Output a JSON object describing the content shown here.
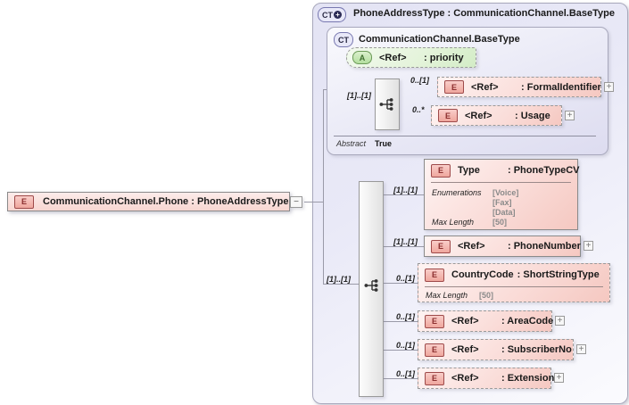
{
  "ui": {
    "element_icon": "E",
    "attribute_icon": "A",
    "complextype_icon": "CT",
    "plus_badge": "+",
    "expand_glyph": "+",
    "collapse_glyph": "−"
  },
  "colors": {
    "element_pink": "#f5c8c1",
    "attribute_green": "#d3ecc6",
    "container_lavender": "#e3e3f4",
    "line_gray": "#9a9aa8"
  },
  "diagram": {
    "root": {
      "label": "CommunicationChannel.Phone : PhoneAddressType"
    },
    "container": {
      "title": "PhoneAddressType : CommunicationChannel.BaseType"
    },
    "base": {
      "title": "CommunicationChannel.BaseType",
      "attribute": {
        "name": "<Ref>",
        "type": ": priority"
      },
      "seq_cardinality": "[1]..[1]",
      "children": [
        {
          "cardinality": "0..[1]",
          "name": "<Ref>",
          "type": ": FormalIdentifier"
        },
        {
          "cardinality": "0..*",
          "name": "<Ref>",
          "type": ": Usage"
        }
      ],
      "abstract_label": "Abstract",
      "abstract_value": "True"
    },
    "ext": {
      "seq_cardinality": "[1]..[1]",
      "children": [
        {
          "cardinality": "[1]..[1]",
          "name": "Type",
          "type": ": PhoneTypeCV",
          "facets": {
            "enum_label": "Enumerations",
            "enum_values": [
              "[Voice]",
              "[Fax]",
              "[Data]"
            ],
            "maxlen_label": "Max Length",
            "maxlen_value": "[50]"
          }
        },
        {
          "cardinality": "[1]..[1]",
          "name": "<Ref>",
          "type": ": PhoneNumber"
        },
        {
          "cardinality": "0..[1]",
          "name": "CountryCode",
          "type": ": ShortStringType",
          "facets": {
            "maxlen_label": "Max Length",
            "maxlen_value": "[50]"
          }
        },
        {
          "cardinality": "0..[1]",
          "name": "<Ref>",
          "type": ": AreaCode"
        },
        {
          "cardinality": "0..[1]",
          "name": "<Ref>",
          "type": ": SubscriberNo"
        },
        {
          "cardinality": "0..[1]",
          "name": "<Ref>",
          "type": ": Extension"
        }
      ]
    }
  }
}
